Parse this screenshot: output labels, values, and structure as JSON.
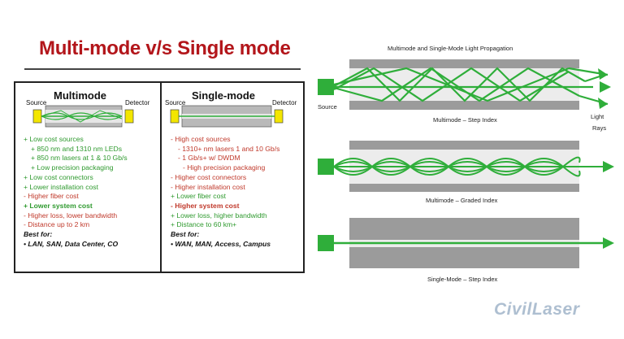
{
  "slide": {
    "title": "Multi-mode v/s Single mode"
  },
  "comparison": {
    "multimode": {
      "heading": "Multimode",
      "source_label": "Source",
      "detector_label": "Detector",
      "items": [
        {
          "text": "+ Low cost sources",
          "color": "green",
          "indent": 0,
          "bold": false
        },
        {
          "text": "+ 850 nm and 1310 nm LEDs",
          "color": "green",
          "indent": 1,
          "bold": false
        },
        {
          "text": "+ 850 nm lasers at 1 & 10 Gb/s",
          "color": "green",
          "indent": 1,
          "bold": false
        },
        {
          "text": "+ Low precision packaging",
          "color": "green",
          "indent": 1,
          "bold": false
        },
        {
          "text": "+ Low cost connectors",
          "color": "green",
          "indent": 0,
          "bold": false
        },
        {
          "text": "+ Lower installation cost",
          "color": "green",
          "indent": 0,
          "bold": false
        },
        {
          "text": "- Higher fiber cost",
          "color": "red",
          "indent": 0,
          "bold": false
        },
        {
          "text": "+ Lower system cost",
          "color": "green",
          "indent": 0,
          "bold": true
        },
        {
          "text": "- Higher loss, lower bandwidth",
          "color": "red",
          "indent": 0,
          "bold": false
        },
        {
          "text": "- Distance up to 2 km",
          "color": "red",
          "indent": 0,
          "bold": false
        }
      ],
      "best_for_label": "Best for:",
      "best_for": "•  LAN, SAN, Data Center, CO"
    },
    "singlemode": {
      "heading": "Single-mode",
      "source_label": "Source",
      "detector_label": "Detector",
      "items": [
        {
          "text": "- High cost sources",
          "color": "red",
          "indent": 0,
          "bold": false
        },
        {
          "text": "- 1310+ nm lasers 1 and 10 Gb/s",
          "color": "red",
          "indent": 1,
          "bold": false
        },
        {
          "text": "- 1 Gb/s+ w/ DWDM",
          "color": "red",
          "indent": 1,
          "bold": false
        },
        {
          "text": "- High precision packaging",
          "color": "red",
          "indent": 2,
          "bold": false
        },
        {
          "text": "- Higher cost connectors",
          "color": "red",
          "indent": 0,
          "bold": false
        },
        {
          "text": "- Higher installation cost",
          "color": "red",
          "indent": 0,
          "bold": false
        },
        {
          "text": "+ Lower fiber cost",
          "color": "green",
          "indent": 0,
          "bold": false
        },
        {
          "text": "- Higher system cost",
          "color": "red",
          "indent": 0,
          "bold": true
        },
        {
          "text": "+ Lower loss, higher bandwidth",
          "color": "green",
          "indent": 0,
          "bold": false
        },
        {
          "text": "+ Distance to 60 km+",
          "color": "green",
          "indent": 0,
          "bold": false
        }
      ],
      "best_for_label": "Best for:",
      "best_for": "•  WAN, MAN, Access, Campus"
    }
  },
  "propagation": {
    "title": "Multimode and Single-Mode Light Propagation",
    "source_label": "Source",
    "light_rays_label_1": "Light",
    "light_rays_label_2": "Rays",
    "diagrams": [
      {
        "caption": "Multimode – Step Index"
      },
      {
        "caption": "Multimode – Graded Index"
      },
      {
        "caption": "Single-Mode – Step Index"
      }
    ]
  },
  "colors": {
    "title": "#b3161b",
    "positive": "#2f9a2f",
    "negative": "#c0392b",
    "cladding": "#9b9b9b",
    "core": "#e9e9e9",
    "light": "#2fae3a"
  },
  "watermark": "CivilLaser"
}
